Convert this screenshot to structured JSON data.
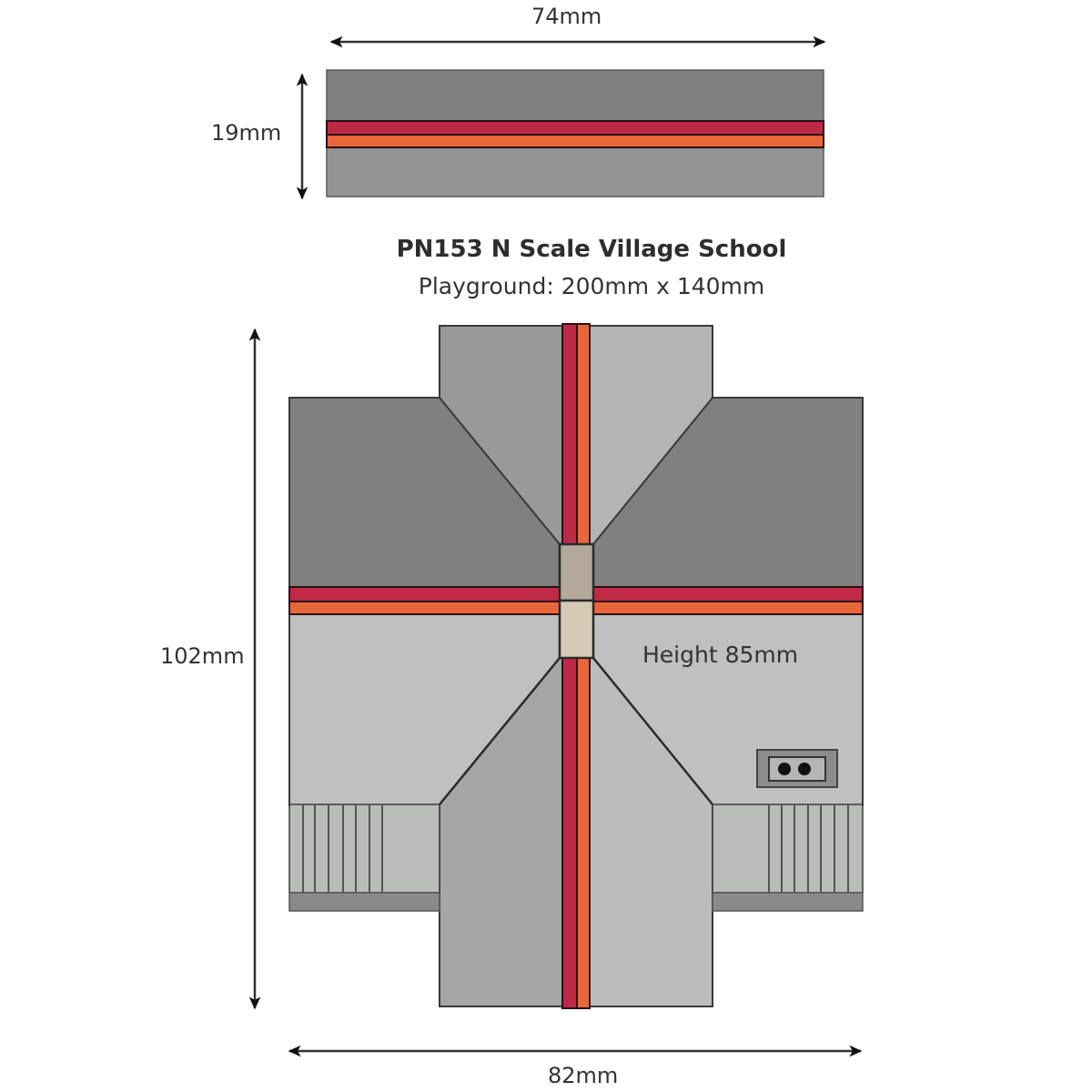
{
  "title": "PN153 N Scale Village School",
  "subtitle": "Playground: 200mm x 140mm",
  "side_view": {
    "width_label": "74mm",
    "height_label": "19mm"
  },
  "plan_view": {
    "width_label": "82mm",
    "depth_label": "102mm",
    "height_note": "Height 85mm"
  },
  "colors": {
    "roof_dark": "#808080",
    "roof_mid": "#999999",
    "roof_light": "#b4b4b4",
    "wall_light": "#c0c0c0",
    "side_lower": "#939295",
    "ridge_red": "#be2a45",
    "ridge_orange": "#e8673a",
    "chimney_top": "#b3a899",
    "chimney_bottom": "#d6c9b6",
    "porch": "#b9bcb9",
    "porch_base": "#8a8a8a",
    "outline": "#2a2a2a",
    "arrow": "#111111"
  }
}
